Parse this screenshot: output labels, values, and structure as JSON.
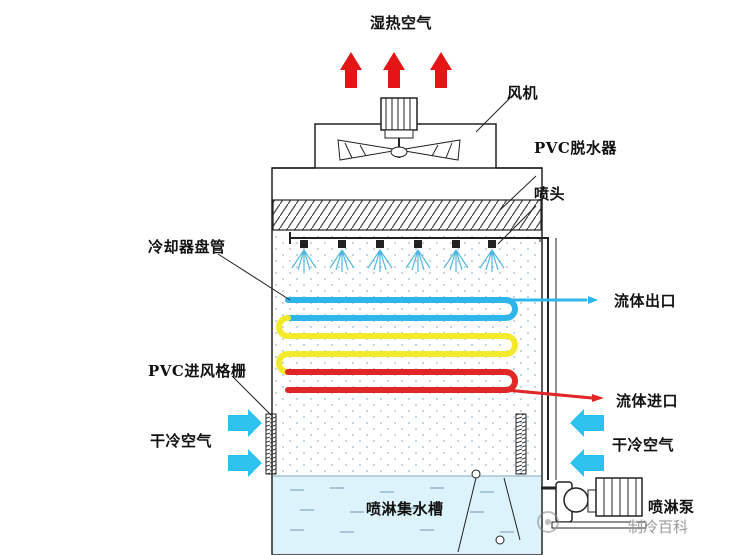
{
  "labels": {
    "hot_air": "湿热空气",
    "fan": "风机",
    "eliminator": "PVC脱水器",
    "nozzle": "喷头",
    "coil": "冷却器盘管",
    "fluid_out": "流体出口",
    "inlet_louver": "PVC进风格栅",
    "fluid_in": "流体进口",
    "dry_air_left": "干冷空气",
    "dry_air_right": "干冷空气",
    "basin": "喷淋集水槽",
    "pump": "喷淋泵"
  },
  "watermark": "制冷百科",
  "colors": {
    "hot_arrow": "#e31515",
    "cold_arrow": "#2ec3ee",
    "coil_blue": "#2eb6ea",
    "coil_yellow": "#f2ea2a",
    "coil_red": "#e02626",
    "water": "#dcf3fb"
  },
  "icons": {
    "fan": "fan-icon",
    "pump": "pump-icon",
    "nozzle": "nozzle-icon"
  }
}
